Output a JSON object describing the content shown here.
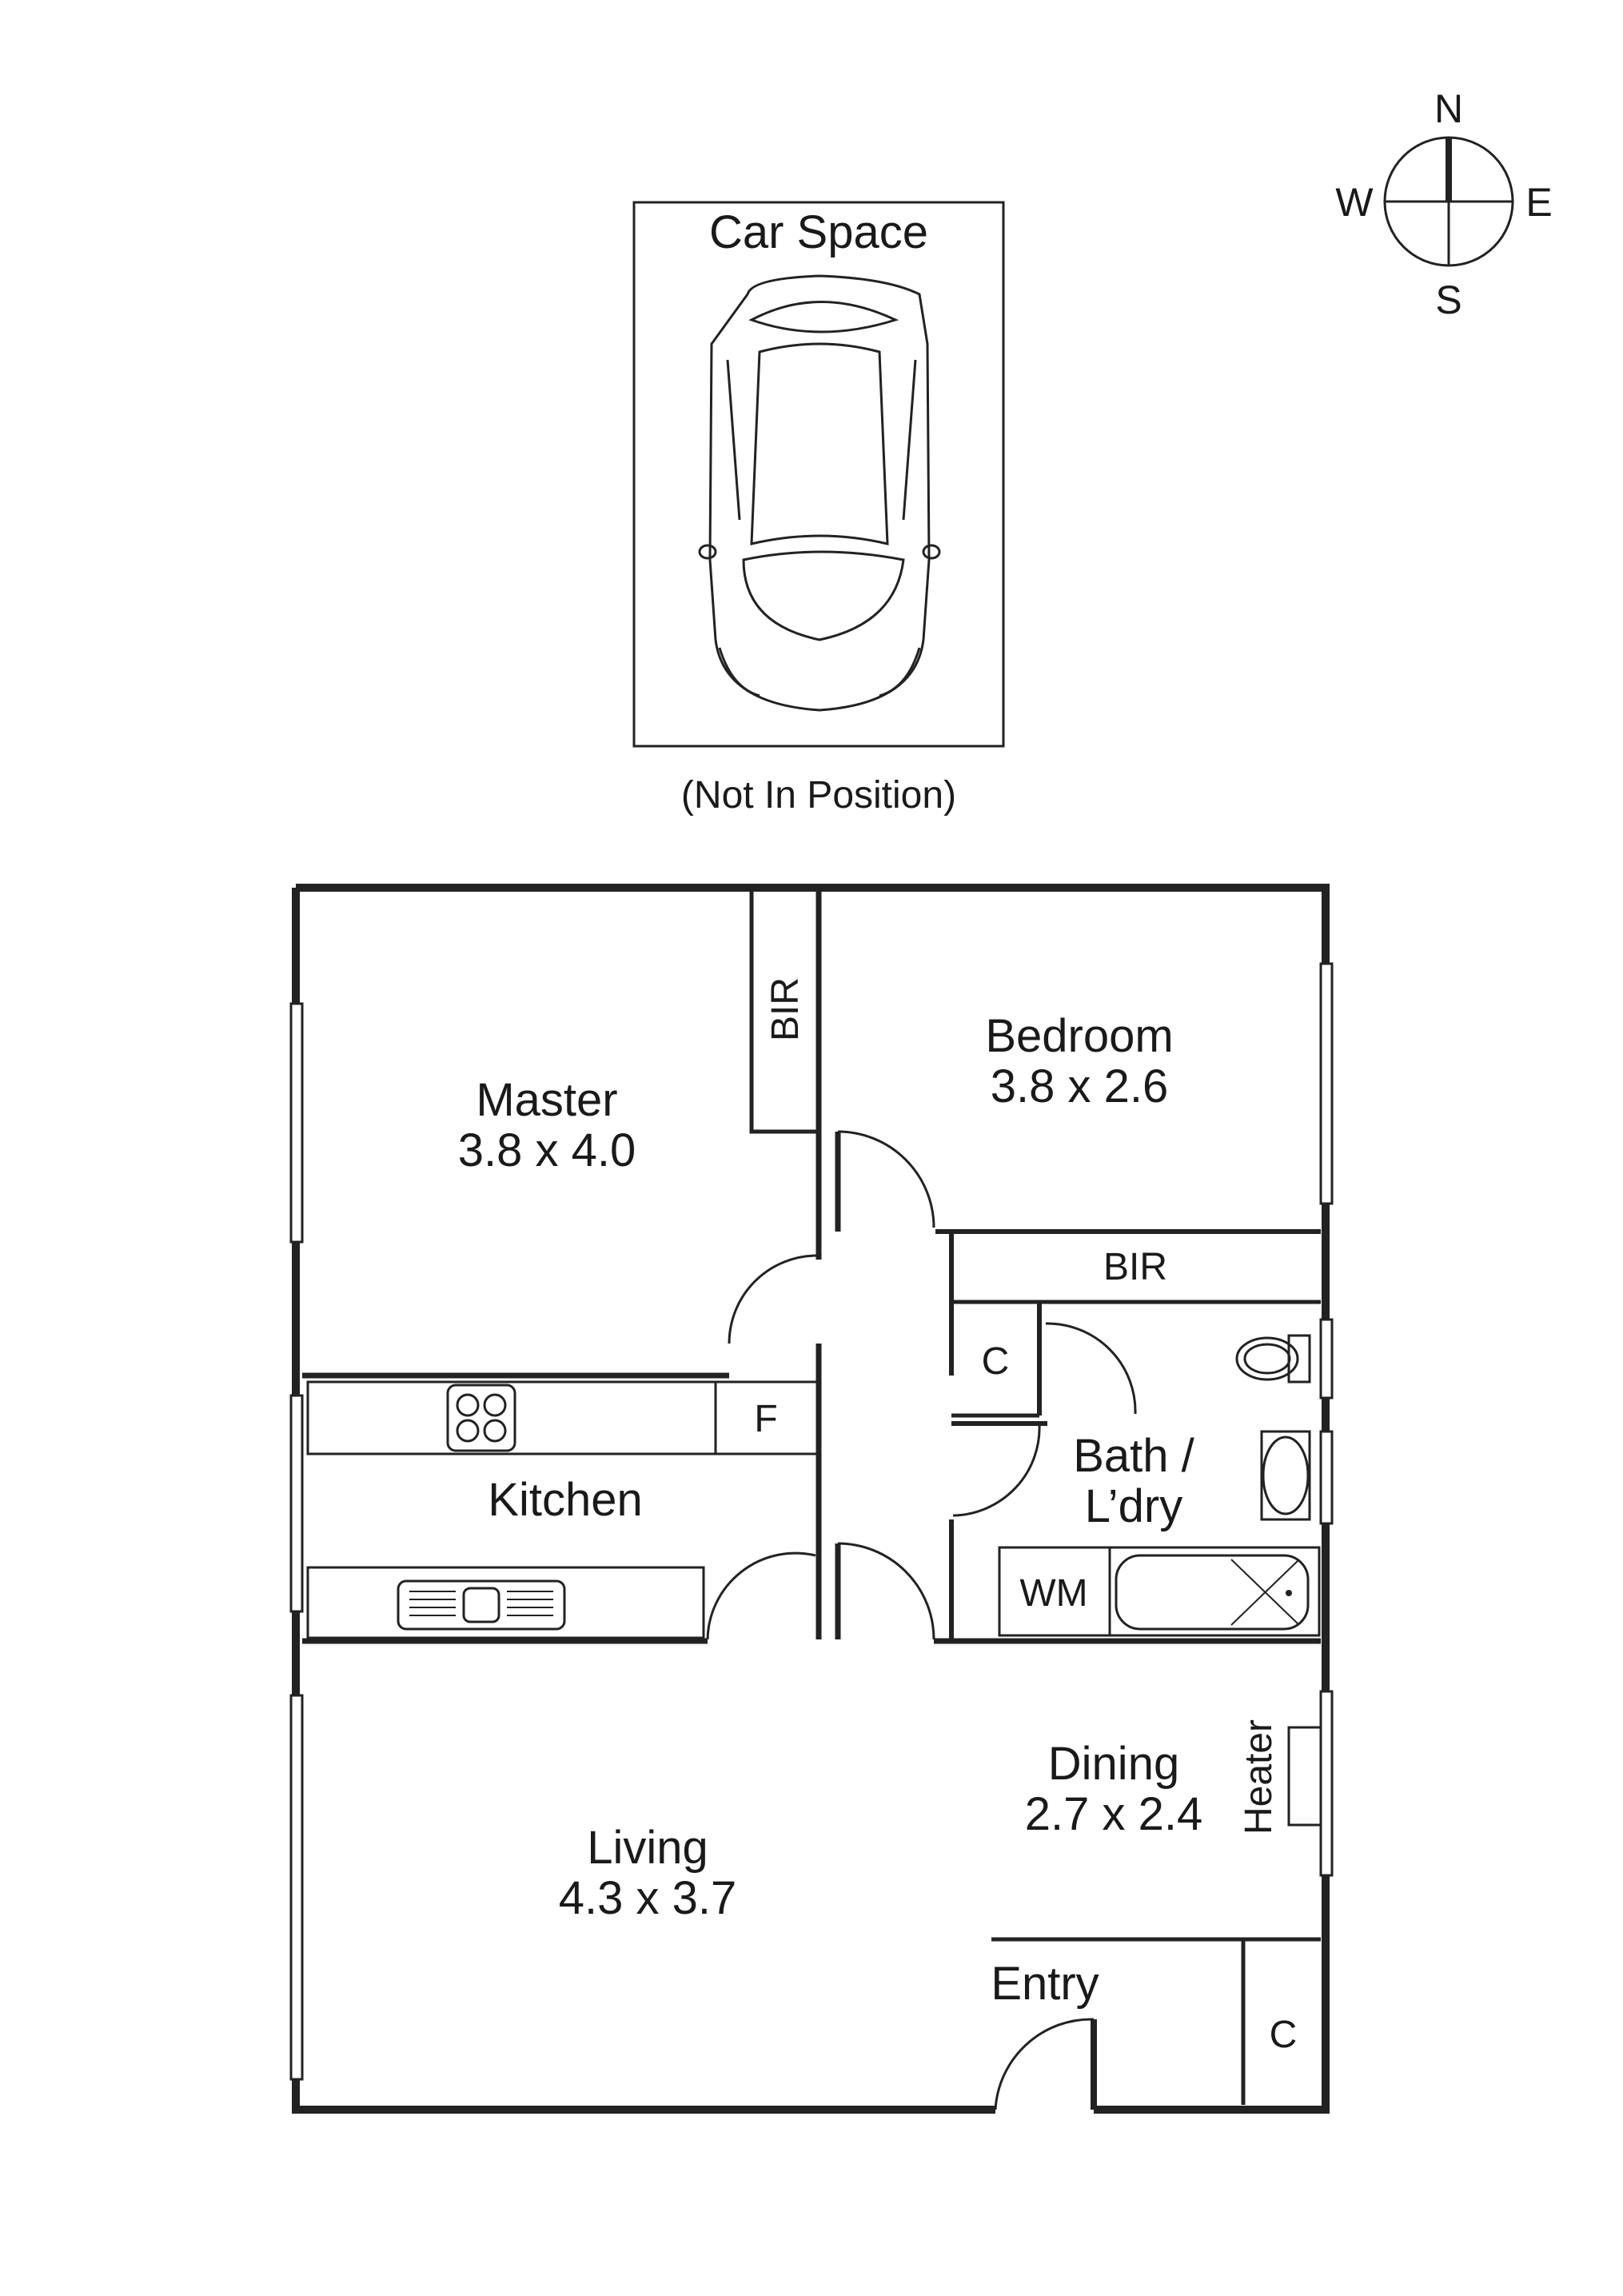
{
  "compass": {
    "n": "N",
    "e": "E",
    "s": "S",
    "w": "W"
  },
  "car_space": {
    "title": "Car Space",
    "note": "(Not In Position)"
  },
  "rooms": {
    "master": {
      "name": "Master",
      "dims": "3.8 x 4.0"
    },
    "bedroom": {
      "name": "Bedroom",
      "dims": "3.8 x 2.6"
    },
    "bir_master": "BIR",
    "bir_bedroom": "BIR",
    "kitchen": {
      "name": "Kitchen",
      "fridge": "F"
    },
    "linen": "C",
    "bath": {
      "line1": "Bath /",
      "line2": "L’dry",
      "wm": "WM"
    },
    "dining": {
      "name": "Dining",
      "dims": "2.7 x 2.4",
      "heater": "Heater"
    },
    "living": {
      "name": "Living",
      "dims": "4.3 x 3.7"
    },
    "entry": "Entry",
    "entry_cupboard": "C"
  }
}
